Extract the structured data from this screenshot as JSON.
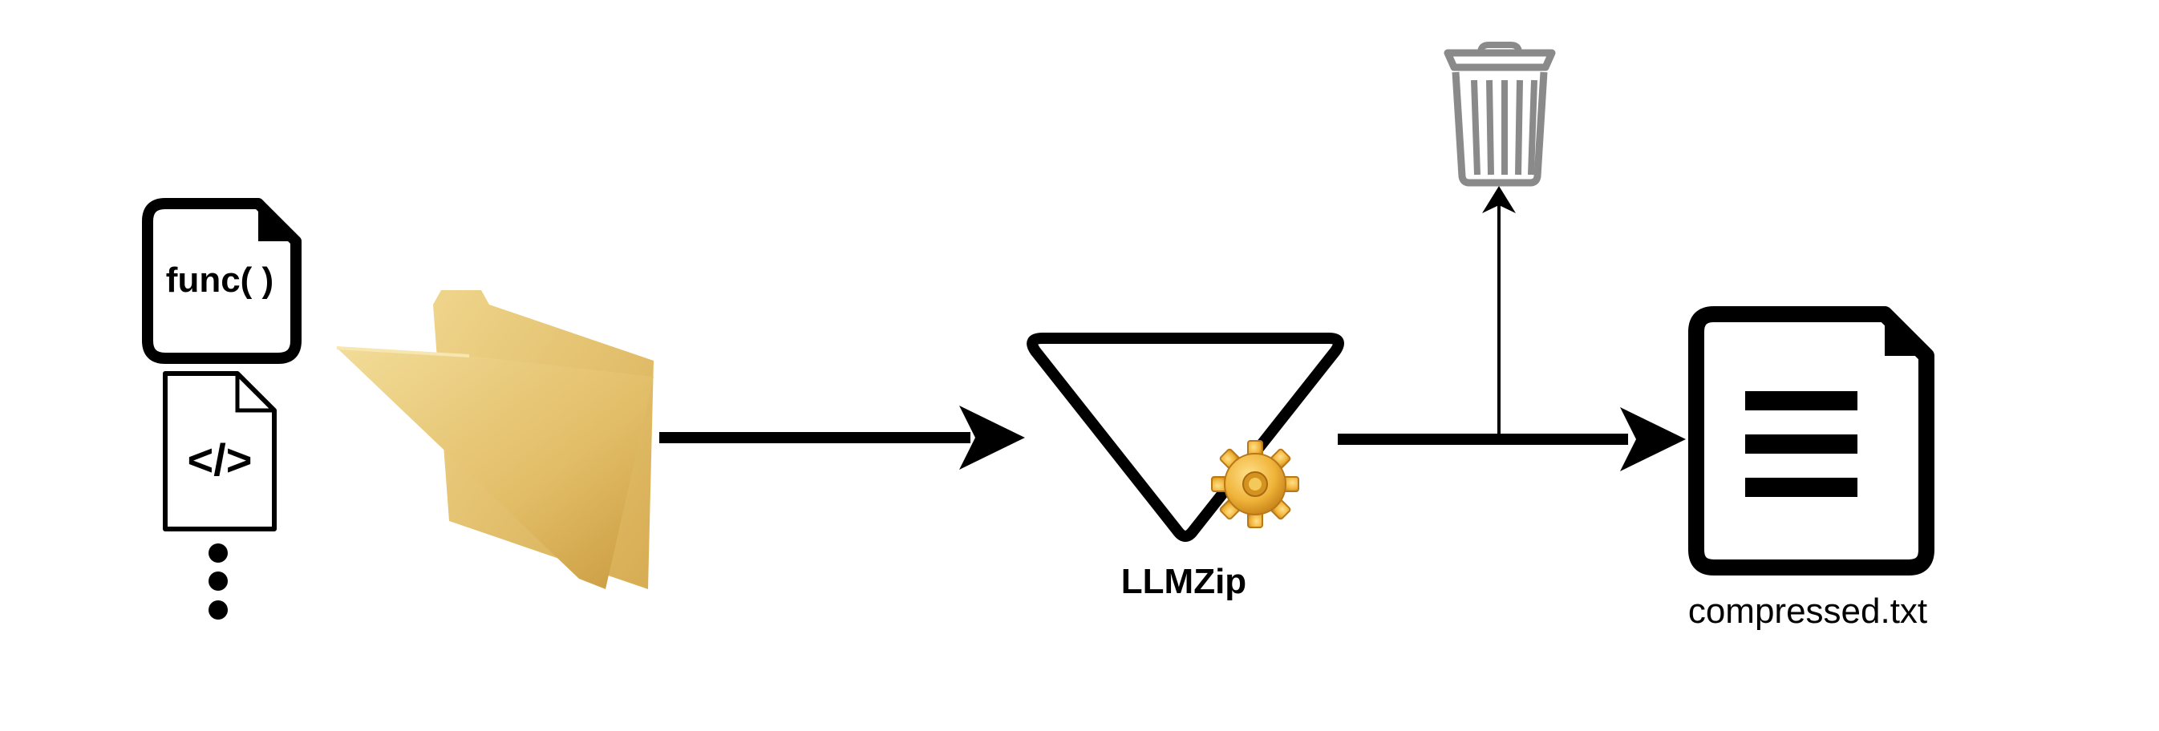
{
  "nodes": {
    "func_file_text": "func( )",
    "code_file_text": "</>",
    "llmzip_label": "LLMZip",
    "output_label": "compressed.txt"
  },
  "icons": {
    "func_file": "document-icon",
    "code_file": "code-file-icon",
    "more": "ellipsis-vertical-icon",
    "folder": "folder-icon",
    "llmzip": "funnel-triangle-icon",
    "gear": "gear-icon",
    "trash": "trash-icon",
    "output": "text-document-icon"
  },
  "colors": {
    "stroke": "#000000",
    "folder": "#e3c16b",
    "gear": "#e8a72c",
    "trash": "#8a8a8a"
  }
}
